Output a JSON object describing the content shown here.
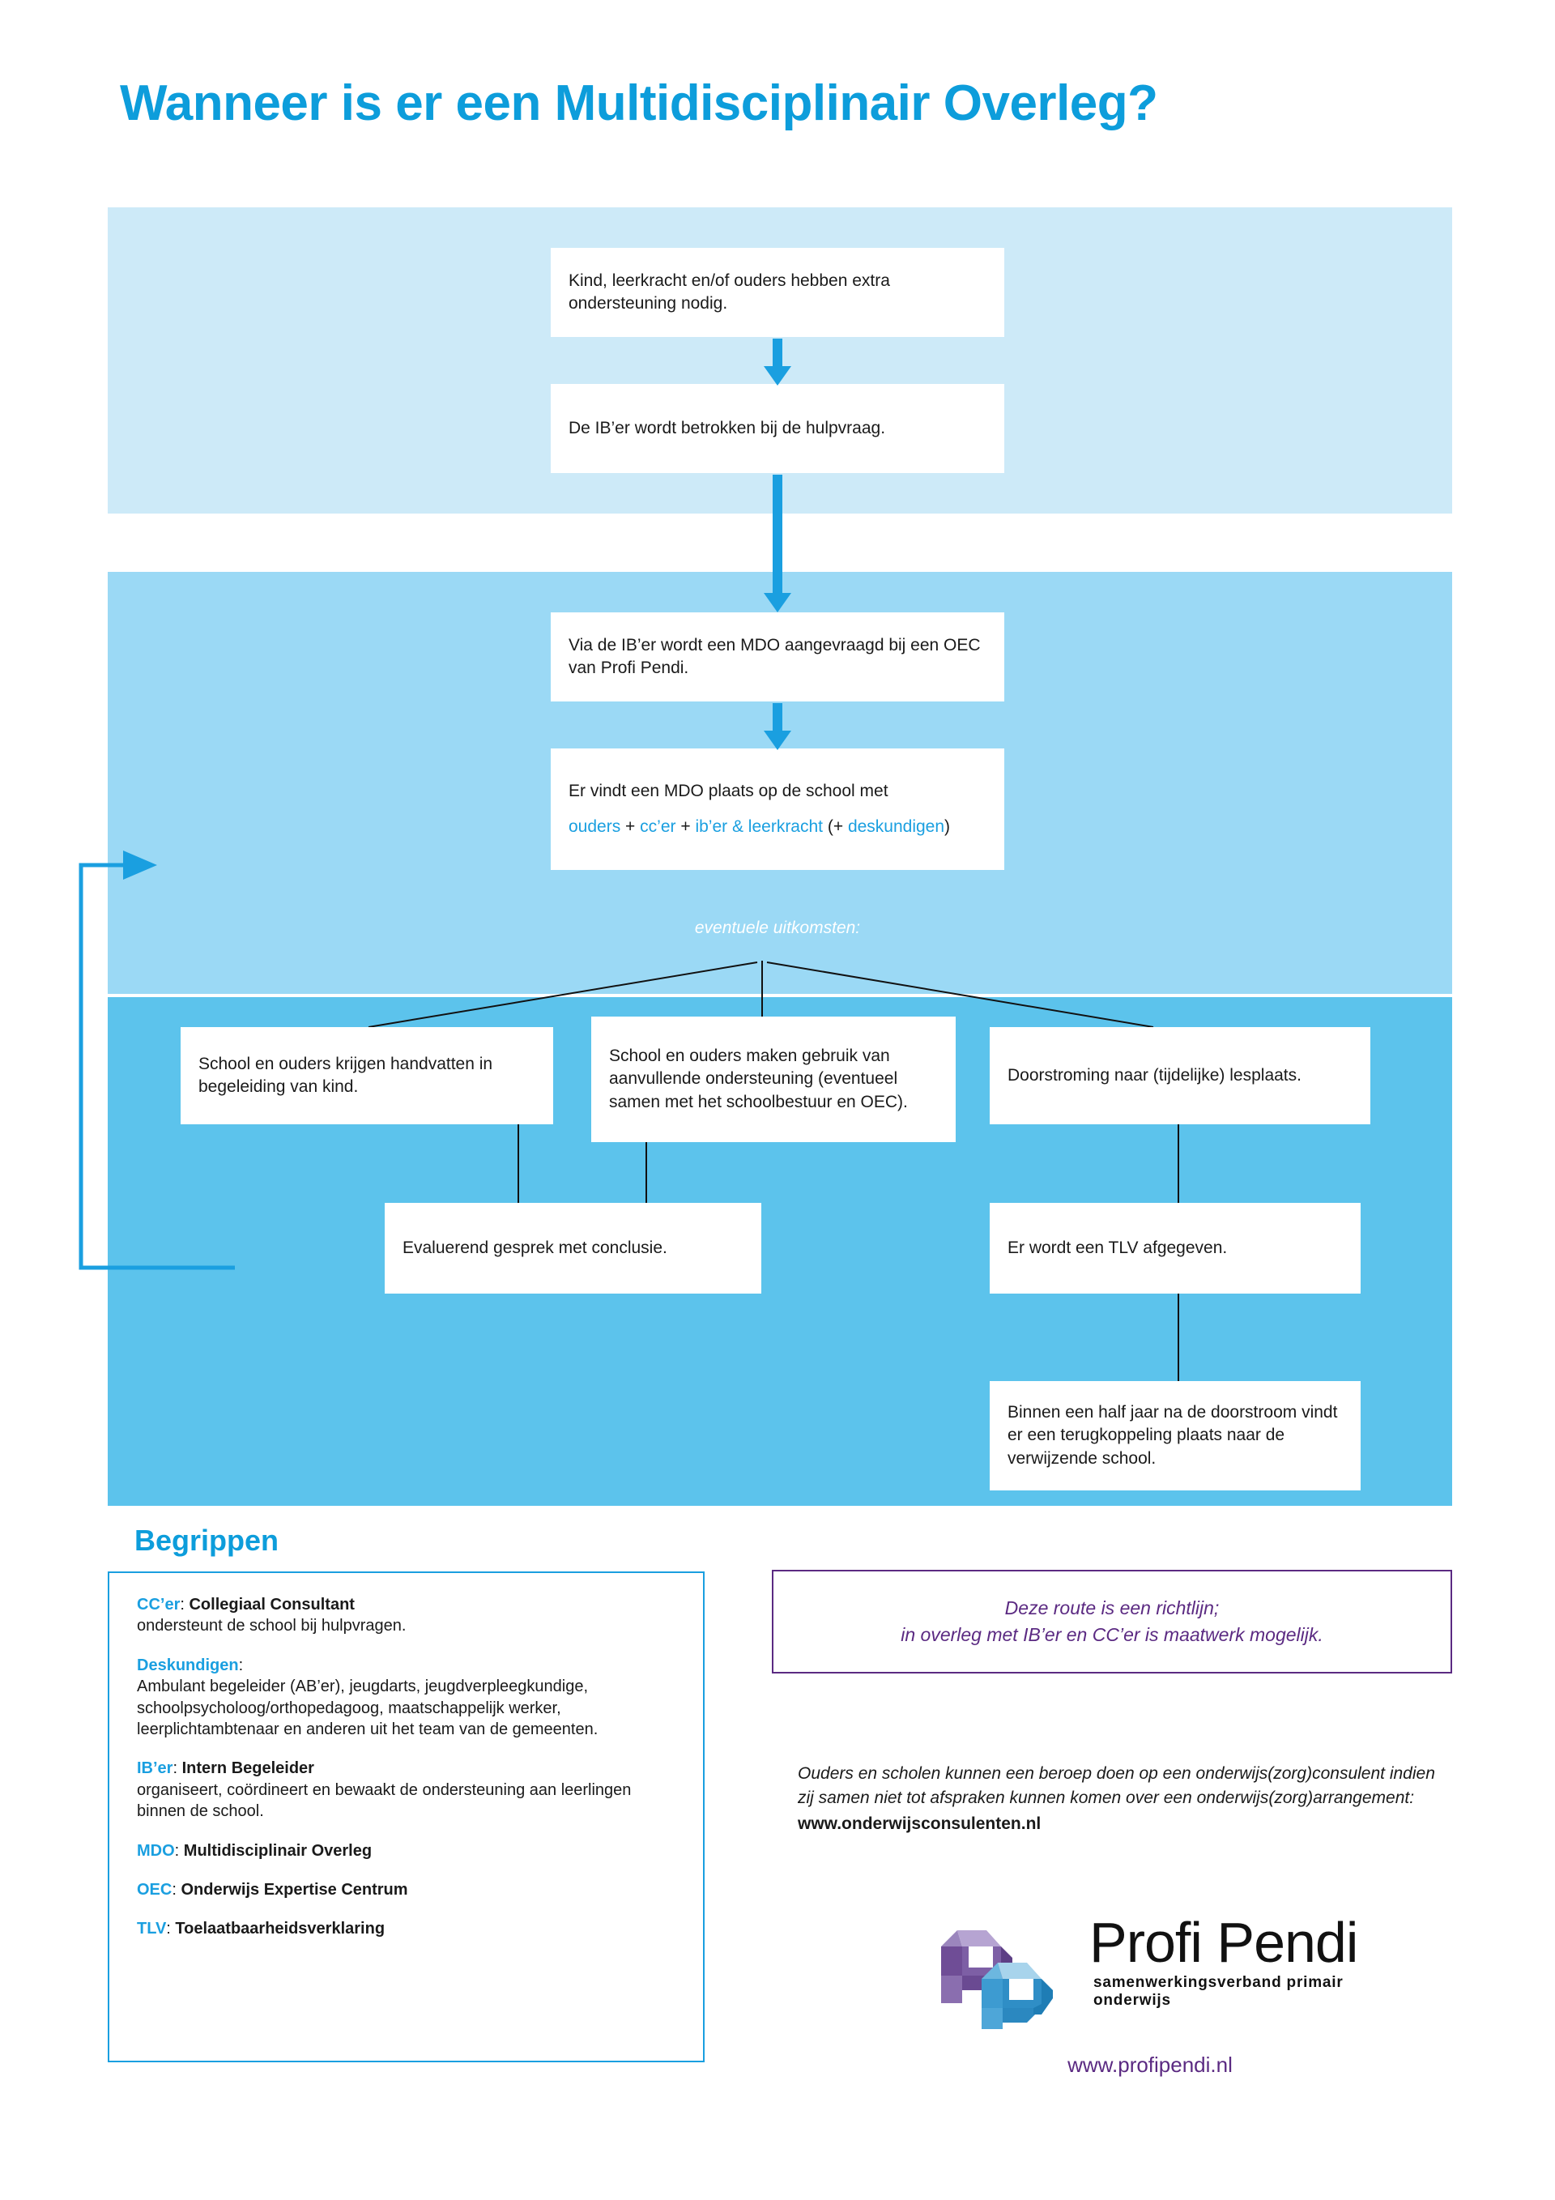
{
  "page": {
    "title": "Wanneer is er een Multidisciplinair Overleg?"
  },
  "colors": {
    "brand_blue": "#0d9ddb",
    "arrow_blue": "#1a9fe0",
    "band_light": "#cdeaf8",
    "band_mid": "#9bd9f5",
    "band_dark": "#5cc3ec",
    "purple": "#5b2a82",
    "logo_purple": "#7b5ea7",
    "logo_blue": "#3d9bd1"
  },
  "flow": {
    "step1": "Kind, leerkracht en/of ouders hebben extra ondersteuning nodig.",
    "step2": "De IB’er wordt betrokken bij de hulpvraag.",
    "step3": "Via de IB’er wordt een MDO aangevraagd bij een OEC van Profi Pendi.",
    "step4_line1": "Er vindt een MDO plaats op de school met",
    "step4_people": [
      {
        "text": "ouders",
        "blue": true
      },
      {
        "text": " + ",
        "blue": false
      },
      {
        "text": "cc’er",
        "blue": true
      },
      {
        "text": " + ",
        "blue": false
      },
      {
        "text": "ib’er & leerkracht",
        "blue": true
      },
      {
        "text": " (+ ",
        "blue": false
      },
      {
        "text": "deskundigen",
        "blue": true
      },
      {
        "text": ")",
        "blue": false
      }
    ],
    "outcomes_label": "eventuele uitkomsten:",
    "outcome1": "School en ouders krijgen handvatten in begeleiding van kind.",
    "outcome2": "School en ouders maken gebruik van aanvullende ondersteuning (eventueel samen met het schoolbestuur en OEC).",
    "outcome3": "Doorstroming naar (tijdelijke) lesplaats.",
    "outcome4": "Evaluerend gesprek met conclusie.",
    "outcome5": "Er wordt een TLV afgegeven.",
    "outcome6": "Binnen een half jaar na de doorstroom vindt er een terugkoppeling plaats naar de verwijzende school."
  },
  "glossary": {
    "heading": "Begrippen",
    "terms": [
      {
        "abbr": "CC’er",
        "def": "Collegiaal Consultant",
        "desc": "ondersteunt de school bij hulpvragen."
      },
      {
        "abbr": "Deskundigen",
        "def": "",
        "desc": "Ambulant begeleider (AB’er), jeugdarts, jeugdverpleegkundige, schoolpsycholoog/orthopedagoog, maatschappelijk werker, leerplichtambtenaar en anderen uit het team van de gemeenten."
      },
      {
        "abbr": "IB’er",
        "def": "Intern Begeleider",
        "desc": "organiseert, coördineert en bewaakt de ondersteuning aan leerlingen binnen de school."
      },
      {
        "abbr": "MDO",
        "def": "Multidisciplinair Overleg",
        "desc": ""
      },
      {
        "abbr": "OEC",
        "def": "Onderwijs Expertise Centrum",
        "desc": ""
      },
      {
        "abbr": "TLV",
        "def": "Toelaatbaarheidsverklaring",
        "desc": ""
      }
    ]
  },
  "note": {
    "line1": "Deze route is een richtlijn;",
    "line2": "in overleg met IB’er en CC’er is maatwerk mogelijk."
  },
  "consultant": {
    "paragraph": "Ouders en scholen kunnen een beroep doen op een onderwijs(zorg)consulent indien zij samen niet tot afspraken kunnen komen over een onderwijs(zorg)arrangement:",
    "url": "www.onderwijsconsulenten.nl"
  },
  "logo": {
    "name": "Profi Pendi",
    "tagline": "samenwerkingsverband primair onderwijs",
    "website": "www.profipendi.nl"
  }
}
